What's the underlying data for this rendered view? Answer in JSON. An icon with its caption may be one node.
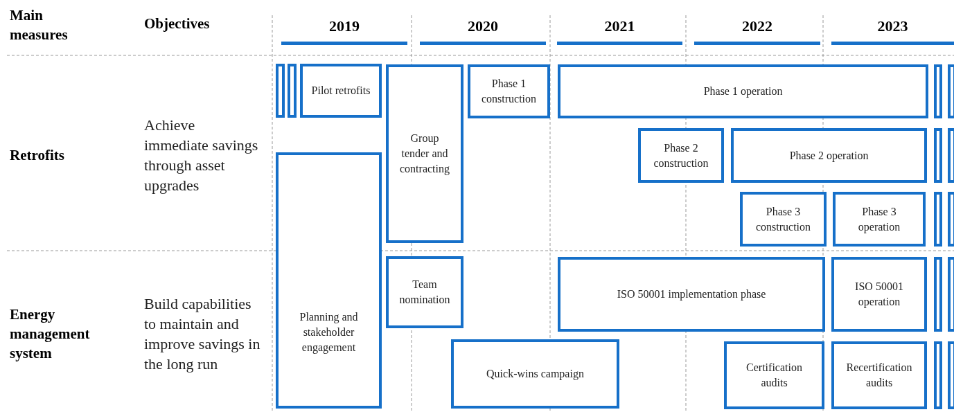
{
  "diagram": {
    "nodes": [
      {
        "text": [],
        "shape": "bar"
      },
      {
        "text": [],
        "shape": "bar"
      },
      {
        "text": [
          "Pilot retrofits"
        ]
      },
      {
        "text": [
          "Group tender and contracting"
        ]
      },
      {
        "text": [
          "Phase 1 construction"
        ]
      },
      {
        "text": [
          "Phase 1 operation"
        ]
      },
      {
        "text": [],
        "shape": "bar"
      },
      {
        "text": [],
        "shape": "bar"
      },
      {
        "text": [
          "Phase 2 construction"
        ]
      },
      {
        "text": [
          "Phase 2 operation"
        ]
      },
      {
        "text": [],
        "shape": "bar"
      },
      {
        "text": [],
        "shape": "bar"
      },
      {
        "text": [
          "Planning and stakeholder engagement"
        ]
      },
      {
        "text": [
          "Phase 3 construction"
        ]
      },
      {
        "text": [
          "Phase 3 operation"
        ]
      },
      {
        "text": [],
        "shape": "bar"
      },
      {
        "text": [],
        "shape": "bar"
      },
      {
        "text": [
          "Team nomination"
        ]
      },
      {
        "text": [
          "ISO 50001 implementation phase"
        ]
      },
      {
        "text": [
          "ISO 50001 operation"
        ]
      },
      {
        "text": [],
        "shape": "bar"
      },
      {
        "text": [],
        "shape": "bar"
      },
      {
        "text": [
          "Quick-wins campaign"
        ]
      },
      {
        "text": [
          "Certification audits"
        ]
      },
      {
        "text": [
          "Recertification audits"
        ]
      },
      {
        "text": [],
        "shape": "bar"
      },
      {
        "text": [],
        "shape": "bar"
      }
    ],
    "labels": [
      "Main measures",
      "Objectives",
      "2019",
      "2020",
      "2021",
      "2022",
      "2023",
      "Retrofits",
      "Achieve immediate savings through asset upgrades",
      "Energy management system",
      "Build capabilities to maintain and improve savings in the long run"
    ]
  }
}
